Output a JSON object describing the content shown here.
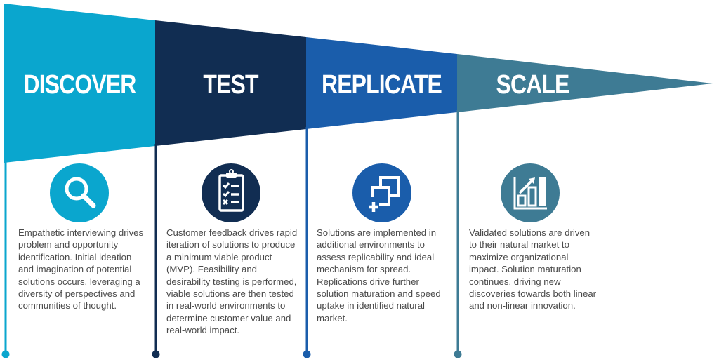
{
  "stages": [
    {
      "title": "DISCOVER",
      "color": "#0aa6ce",
      "icon": "magnifying-glass-icon",
      "description": "Empathetic interviewing drives problem and opportunity identification. Initial ideation and imagination of potential solutions occurs, leveraging a diversity of perspectives and communities of thought."
    },
    {
      "title": "TEST",
      "color": "#112d52",
      "icon": "clipboard-checklist-icon",
      "description": "Customer feedback drives rapid iteration of solutions to produce a minimum viable product (MVP). Feasibility and desirability testing is performed, viable solutions are then tested in real-world environments to determine customer value and real-world impact."
    },
    {
      "title": "REPLICATE",
      "color": "#1a5dab",
      "icon": "duplicate-squares-icon",
      "description": "Solutions are implemented in additional environments to assess replicability and ideal mechanism for spread. Replications drive further solution maturation and speed uptake in identified natural market."
    },
    {
      "title": "SCALE",
      "color": "#3e7b94",
      "icon": "growth-bar-chart-icon",
      "description": "Validated solutions are driven to their natural market to maximize organizational impact. Solution maturation continues, driving new discoveries towards both linear and non-linear innovation."
    }
  ]
}
